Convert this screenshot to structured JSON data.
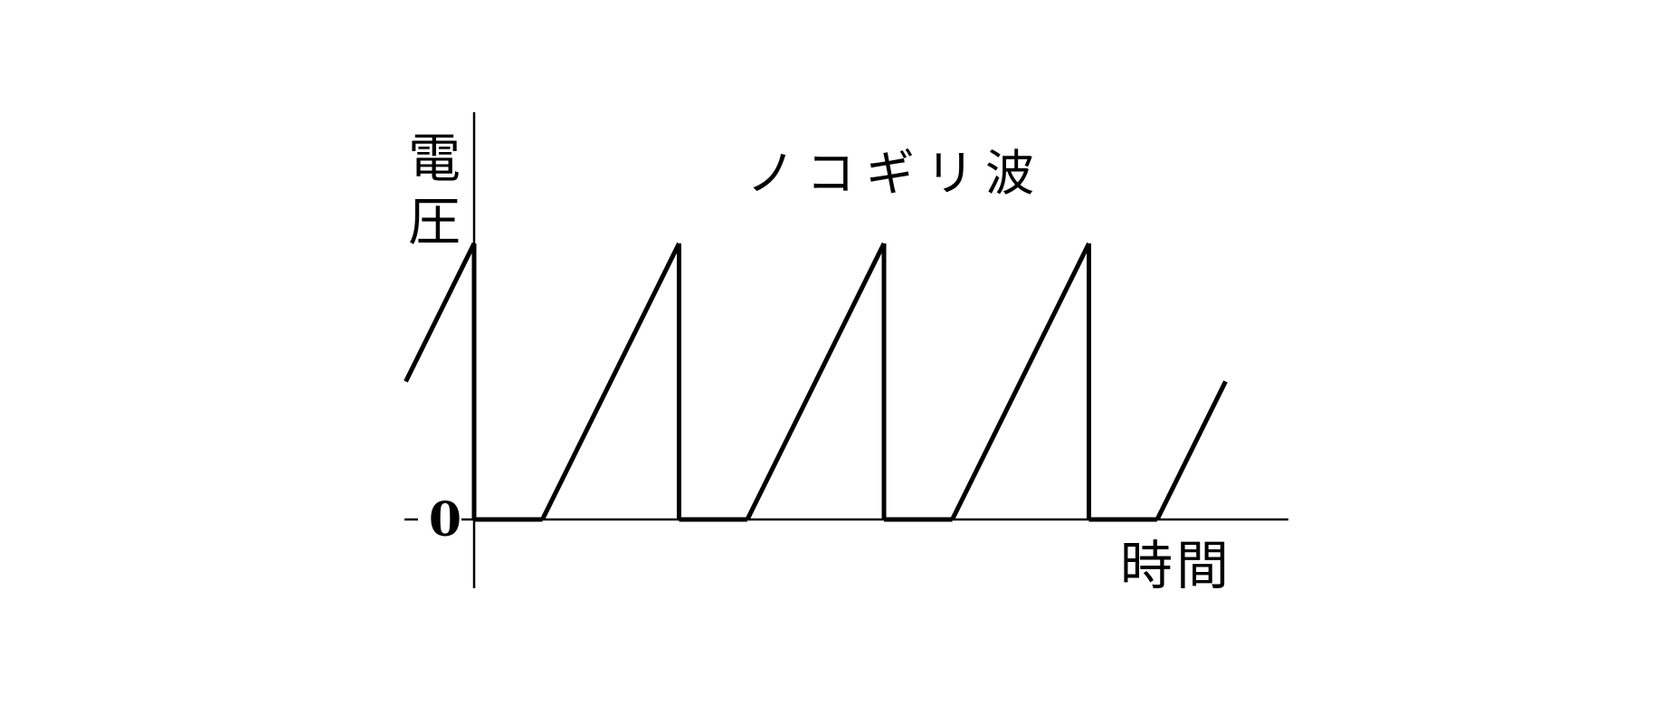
{
  "chart_data": {
    "type": "line",
    "title": "ノコギリ波",
    "ylabel": "電圧",
    "xlabel": "時間",
    "y_ticks": [
      {
        "value": 0,
        "label": "0"
      }
    ],
    "series": [
      {
        "values": [
          {
            "x": -1.0,
            "y": 0.5
          },
          {
            "x": 0.0,
            "y": 1.0
          },
          {
            "x": 0.0,
            "y": 0.0
          },
          {
            "x": 1.0,
            "y": 0.0
          },
          {
            "x": 3.0,
            "y": 1.0
          },
          {
            "x": 3.0,
            "y": 0.0
          },
          {
            "x": 4.0,
            "y": 0.0
          },
          {
            "x": 6.0,
            "y": 1.0
          },
          {
            "x": 6.0,
            "y": 0.0
          },
          {
            "x": 7.0,
            "y": 0.0
          },
          {
            "x": 9.0,
            "y": 1.0
          },
          {
            "x": 9.0,
            "y": 0.0
          },
          {
            "x": 10.0,
            "y": 0.0
          },
          {
            "x": 11.0,
            "y": 0.5
          }
        ]
      }
    ],
    "xlim": [
      -1.0,
      12.0
    ],
    "ylim": [
      -0.25,
      1.47
    ],
    "grid": false,
    "legend": "none"
  }
}
